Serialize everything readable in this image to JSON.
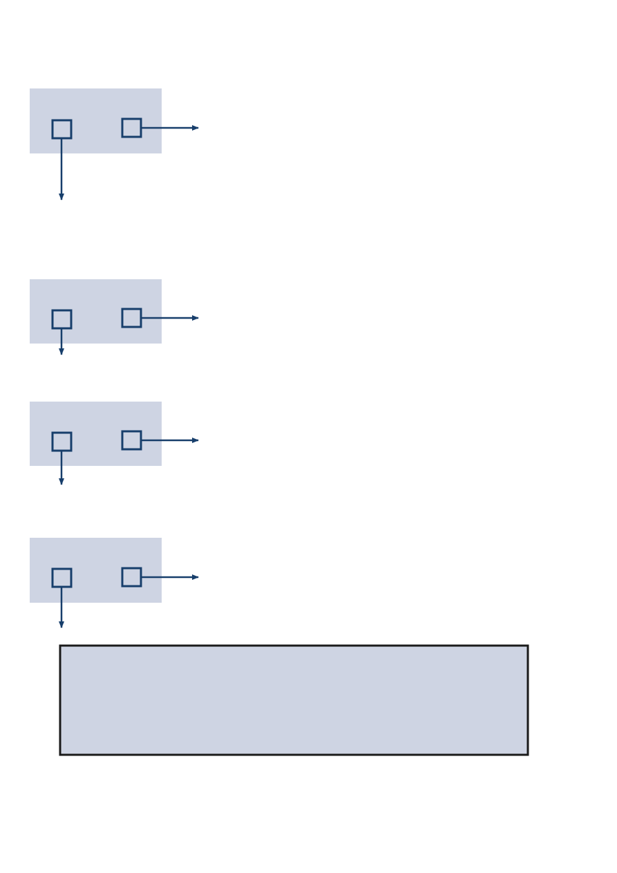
{
  "colors": {
    "panel_fill": "#ced4e3",
    "stroke": "#173e6b",
    "result_border": "#1a1a1a",
    "background": "#ffffff"
  },
  "stages": [
    {
      "id": "stage-1",
      "yes_label": "",
      "no_label": ""
    },
    {
      "id": "stage-2",
      "yes_label": "",
      "no_label": ""
    },
    {
      "id": "stage-3",
      "yes_label": "",
      "no_label": ""
    },
    {
      "id": "stage-4",
      "yes_label": "",
      "no_label": ""
    }
  ],
  "result_box": {
    "label": ""
  }
}
